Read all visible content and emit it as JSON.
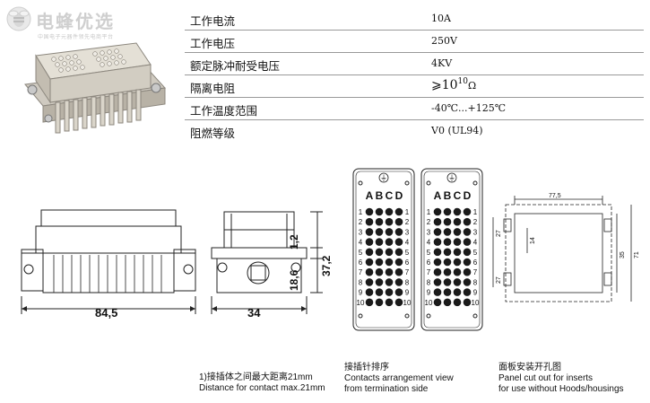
{
  "logo": {
    "text": "电蜂优选",
    "subtitle": "中国电子元器件领先电商平台"
  },
  "specs": [
    {
      "label": "工作电流",
      "value": "10A"
    },
    {
      "label": "工作电压",
      "value": "250V"
    },
    {
      "label": "额定脉冲耐受电压",
      "value": "4KV"
    },
    {
      "label": "隔离电阻",
      "value_prefix": "⩾10",
      "value_exp": "10",
      "value_unit": "Ω"
    },
    {
      "label": "工作温度范围",
      "value": "-40℃...+125℃"
    },
    {
      "label": "阻燃等级",
      "value": "V0 (UL94)"
    }
  ],
  "dimensions": {
    "width_front": "84,5",
    "width_side": "34",
    "height_top": "1,2",
    "height_mid": "18,6",
    "height_total": "37,2",
    "panel_width": "77,5",
    "panel_27_top": "27",
    "panel_14": "14",
    "panel_27_bottom": "27",
    "panel_35": "35",
    "panel_71": "71"
  },
  "pin_view": {
    "ground_symbol": "⏚",
    "columns": [
      "A",
      "B",
      "C",
      "D"
    ],
    "rows": [
      "1",
      "2",
      "3",
      "4",
      "5",
      "6",
      "7",
      "8",
      "9",
      "10"
    ]
  },
  "captions": {
    "contact_cn": "1)接插体之间最大距离21mm",
    "contact_en": "Distance for contact max.21mm",
    "arrangement_cn": "接插针排序",
    "arrangement_en1": "Contacts arrangement view",
    "arrangement_en2": "from termination side",
    "panel_cn": "面板安装开孔图",
    "panel_en1": "Panel cut out for inserts",
    "panel_en2": "for use without Hoods/housings"
  }
}
